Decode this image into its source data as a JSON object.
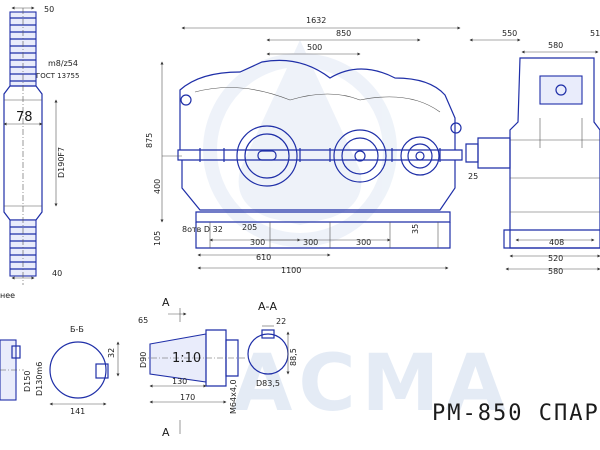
{
  "title": "РМ-850 СПАРК",
  "watermark": "АСМА",
  "colors": {
    "line": "#1f2fa8",
    "dim": "#555555",
    "watermark": "#cfdcee"
  },
  "gear": {
    "top_width": "50",
    "module": "m8/z54",
    "standard": "ГОСТ 13755",
    "hub_width": "78",
    "bore": "D190F7",
    "bottom_width": "40",
    "note": "нее"
  },
  "main_view": {
    "overall_length": "1632",
    "d850": "850",
    "d500": "500",
    "height": "875",
    "axis_height": "400",
    "base_height": "105",
    "holes": "8отв D 32",
    "d205": "205",
    "d300a": "300",
    "d300b": "300",
    "d300c": "300",
    "d35": "35",
    "d610": "610",
    "d1100": "1100"
  },
  "side_view": {
    "d550": "550",
    "d580top": "580",
    "d51": "51",
    "d25": "25",
    "d408": "408",
    "d520": "520",
    "d580bottom": "580"
  },
  "shaft_left": {
    "d150": "D150",
    "d130": "D130m6",
    "section": "Б-Б",
    "d32": "32",
    "d141": "141"
  },
  "shaft_mid": {
    "section_mark": "А",
    "section_mark_bottom": "А",
    "d65": "65",
    "d90": "D90",
    "taper": "1:10",
    "d130": "130",
    "d170": "170",
    "thread": "M64x4,0"
  },
  "section_aa": {
    "label": "А-А",
    "d22": "22",
    "d885": "88,5",
    "d835": "D83,5"
  }
}
